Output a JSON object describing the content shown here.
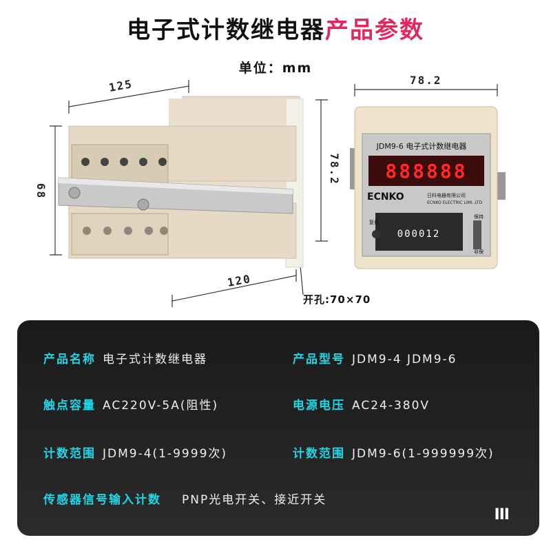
{
  "title": {
    "main": "电子式计数继电器",
    "accent": "产品参数"
  },
  "unit_label": "单位：mm",
  "dimensions": {
    "depth_top": "125",
    "height_left": "68",
    "depth_bottom": "120",
    "height_front": "78.2",
    "width_front": "78.2"
  },
  "cutout": "开孔:70×70",
  "device": {
    "front_label": "JDM9-6 电子式计数继电器",
    "brand": "ECNKO",
    "company": "日科电器有限公司",
    "company_en": "ECNKO ELECTRIC LIMI..LTD",
    "display_digits": "888888",
    "counter_digits": "000012",
    "reset_label": "复位",
    "hold_label": "保持",
    "nonhold_label": "非保"
  },
  "specs": [
    {
      "key": "产品名称",
      "value": "电子式计数继电器"
    },
    {
      "key": "产品型号",
      "value": "JDM9-4 JDM9-6"
    },
    {
      "key": "触点容量",
      "value": "AC220V-5A(阻性)"
    },
    {
      "key": "电源电压",
      "value": "AC24-380V"
    },
    {
      "key": "计数范围",
      "value": "JDM9-4(1-9999次)"
    },
    {
      "key": "计数范围",
      "value": "JDM9-6(1-999999次)"
    },
    {
      "key": "传感器信号输入计数",
      "value": "PNP光电开关、接近开关"
    }
  ],
  "corner_mark": "III"
}
